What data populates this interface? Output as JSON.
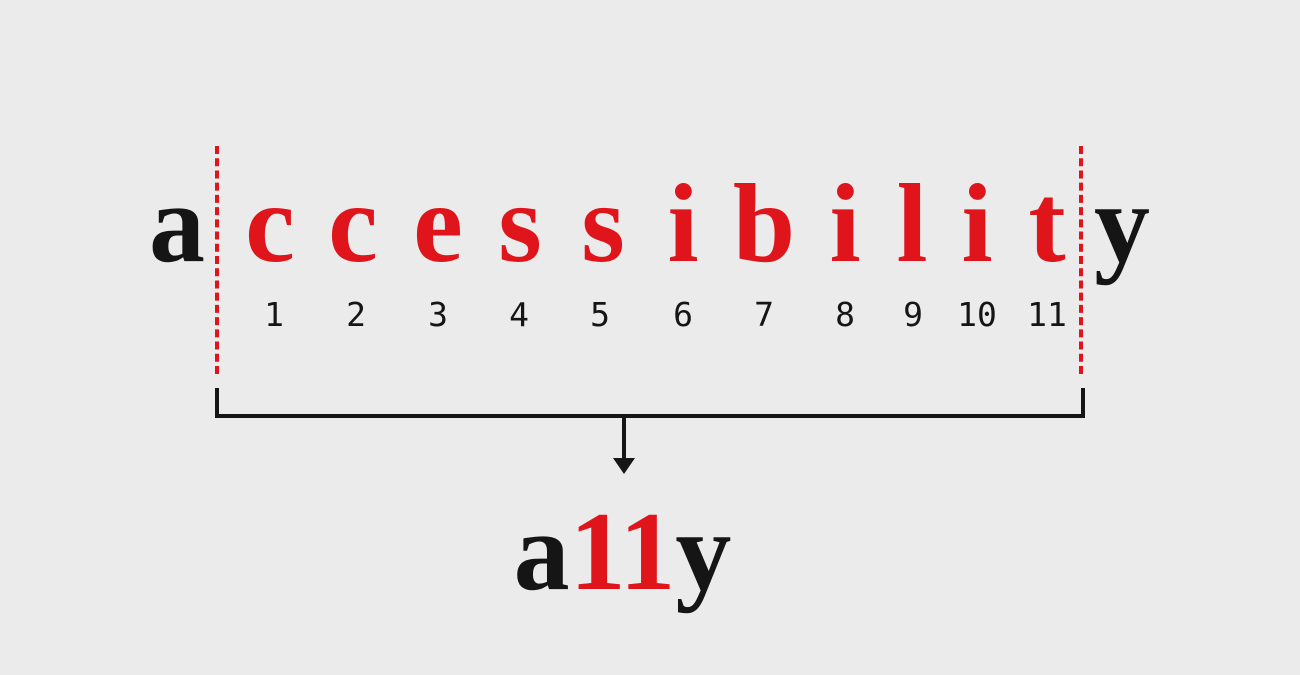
{
  "colors": {
    "background": "#ebebeb",
    "ink": "#151515",
    "accent": "#e0151b"
  },
  "word": {
    "first": "a",
    "middle": [
      "c",
      "c",
      "e",
      "s",
      "s",
      "i",
      "b",
      "i",
      "l",
      "i",
      "t"
    ],
    "last": "y"
  },
  "counts": [
    "1",
    "2",
    "3",
    "4",
    "5",
    "6",
    "7",
    "8",
    "9",
    "10",
    "11"
  ],
  "numeronym": {
    "first": "a",
    "count": "11",
    "last": "y"
  }
}
